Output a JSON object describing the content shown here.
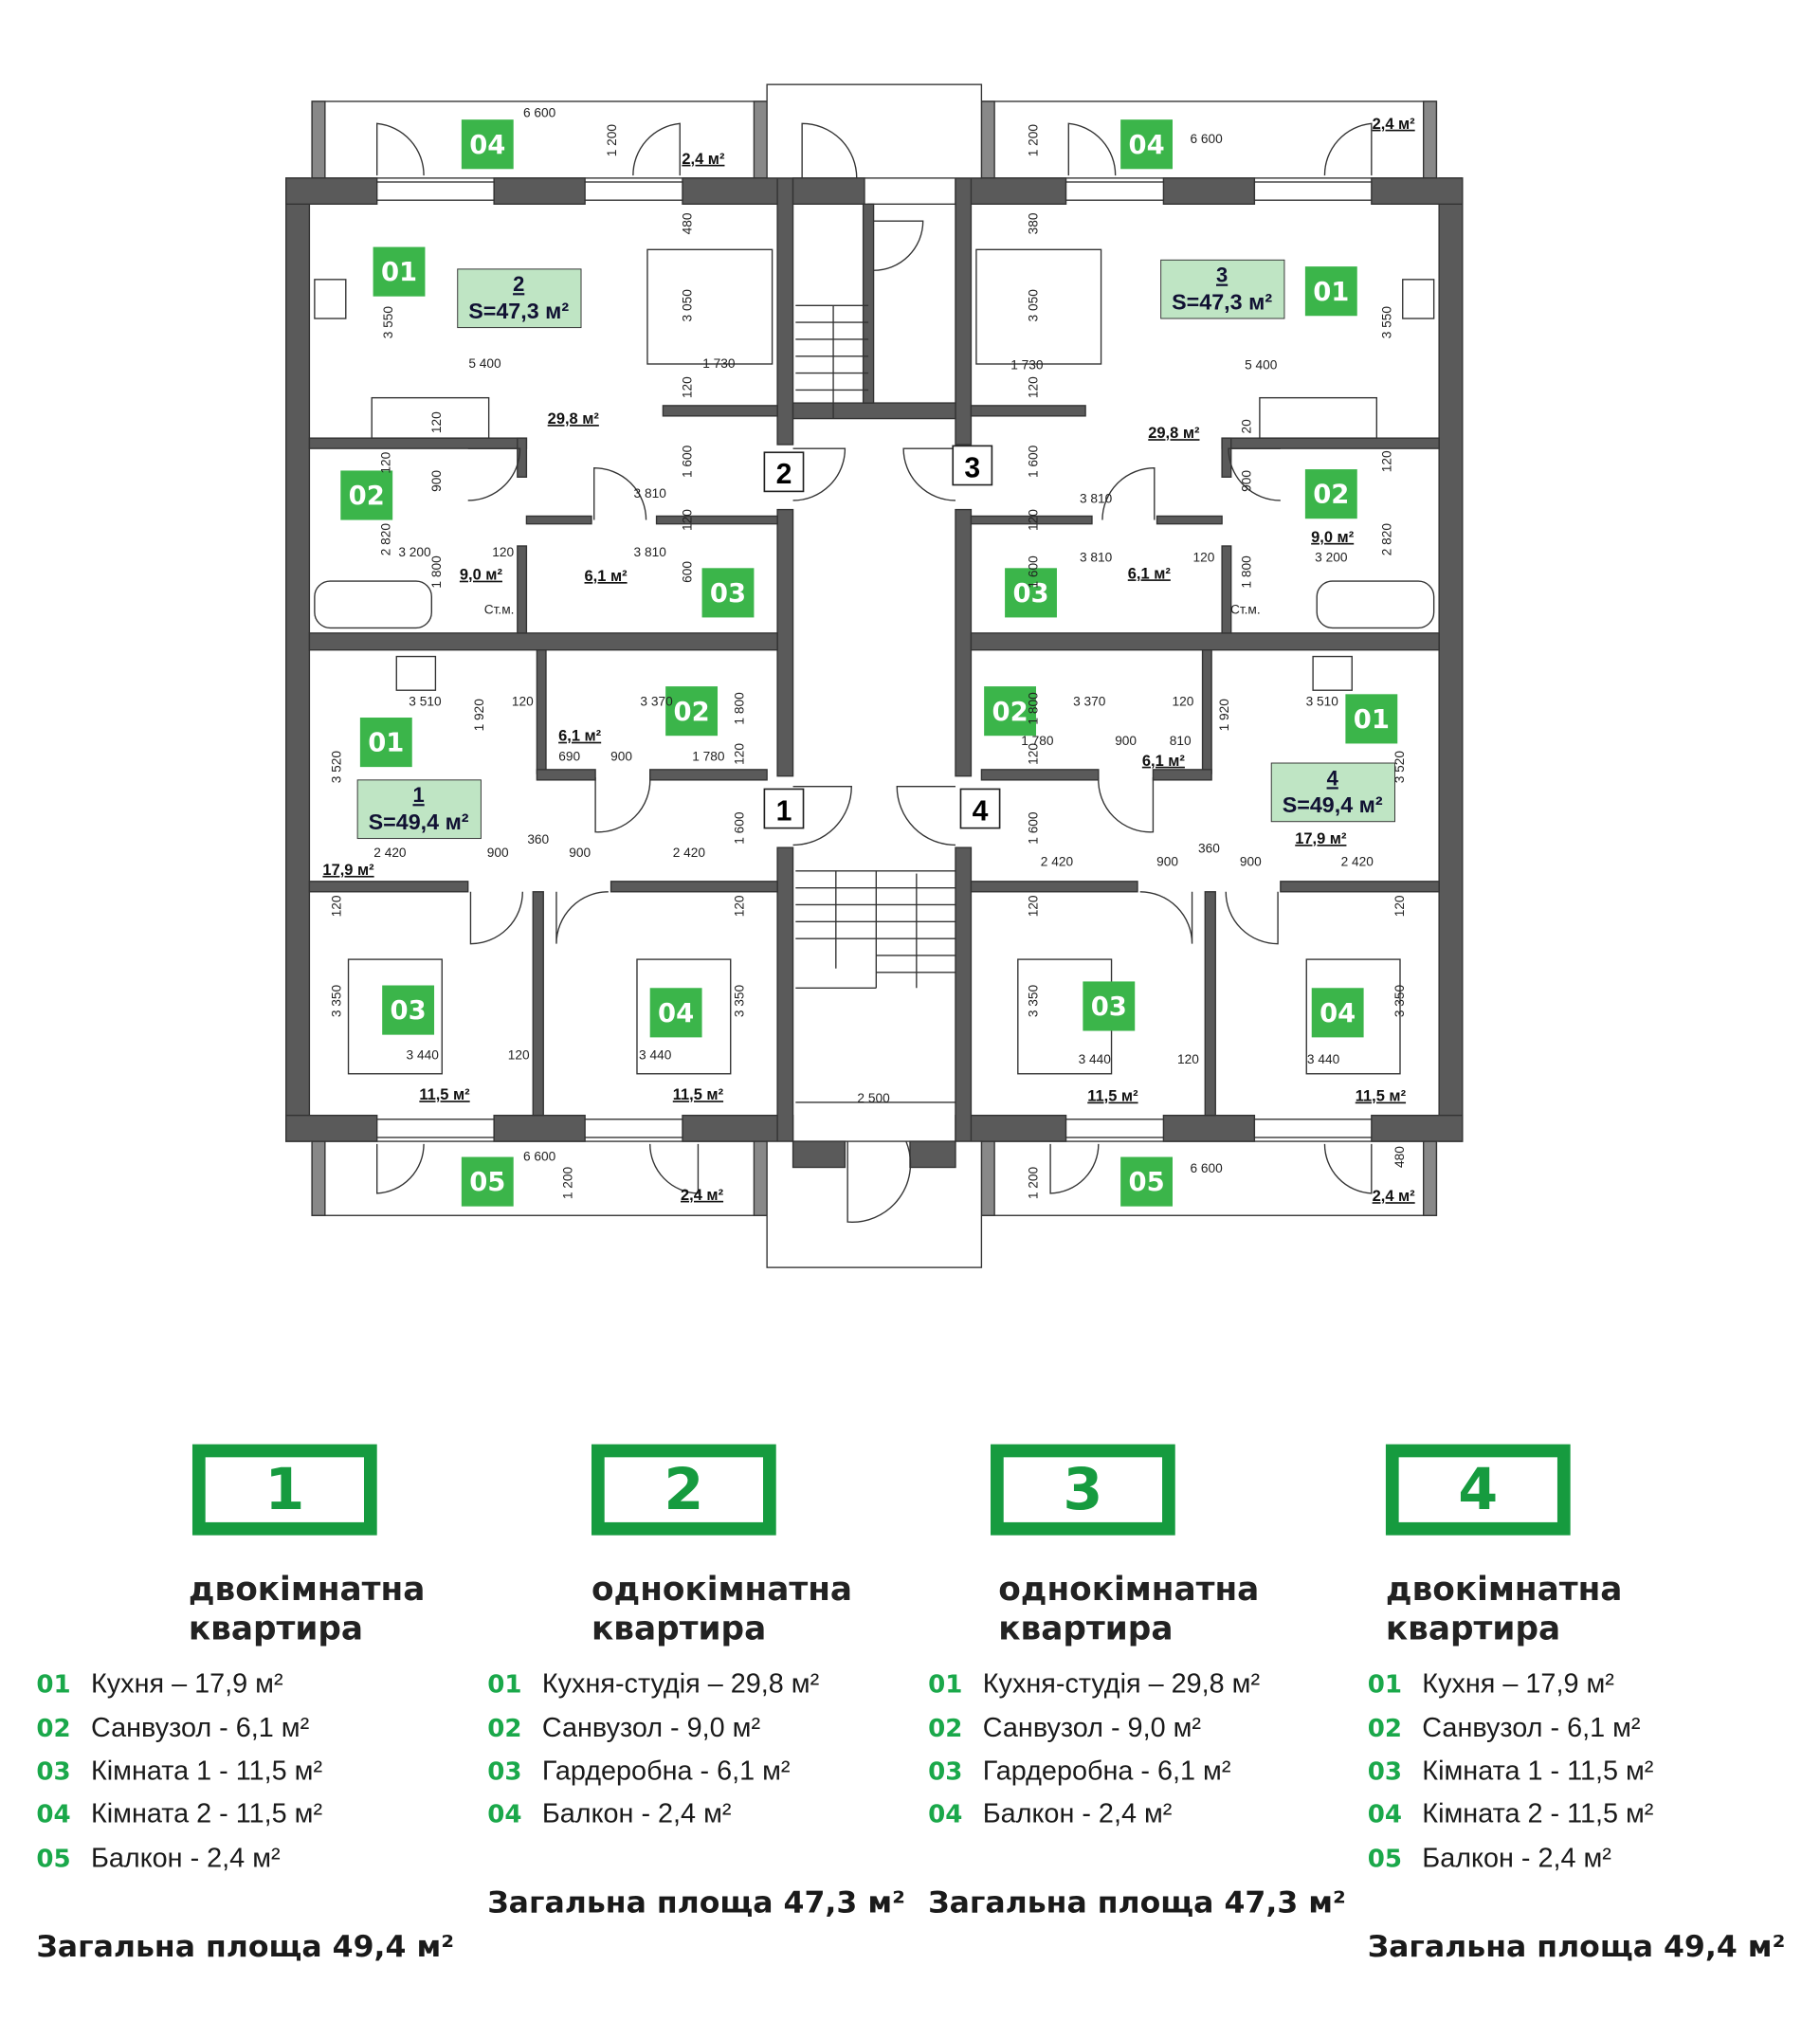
{
  "plan": {
    "apartment_areas": [
      {
        "number": "1",
        "area": "S=49,4 м²"
      },
      {
        "number": "2",
        "area": "S=47,3 м²"
      },
      {
        "number": "3",
        "area": "S=47,3 м²"
      },
      {
        "number": "4",
        "area": "S=49,4 м²"
      }
    ],
    "door_numbers": [
      "2",
      "3",
      "1",
      "4"
    ],
    "tags": [
      "04",
      "01",
      "02",
      "03",
      "04",
      "01",
      "02",
      "03",
      "01",
      "02",
      "03",
      "04",
      "05",
      "01",
      "02",
      "03",
      "04",
      "05"
    ],
    "dims": [
      "6 600",
      "1 200",
      "2,4 м²",
      "480",
      "3 550",
      "3 050",
      "5 400",
      "1 730",
      "120",
      "29,8 м²",
      "120",
      "1 600",
      "3 810",
      "120",
      "900",
      "2 820",
      "3 200",
      "120",
      "1 800",
      "9,0 м²",
      "3 810",
      "120",
      "6,1 м²",
      "600",
      "Ст.м.",
      "3 510",
      "120",
      "1 920",
      "3 370",
      "1 800",
      "6,1 м²",
      "690",
      "900",
      "1 780",
      "120",
      "3 520",
      "1 600",
      "360",
      "2 420",
      "900",
      "900",
      "2 420",
      "17,9 м²",
      "120",
      "120",
      "3 350",
      "3 350",
      "3 440",
      "120",
      "3 440",
      "11,5 м²",
      "11,5 м²",
      "2 500",
      "6 600",
      "1 200",
      "2,4 м²",
      "1 200",
      "6 600",
      "2,4 м²",
      "380",
      "3 050",
      "3 550",
      "1 730",
      "5 400",
      "120",
      "29,8 м²",
      "20",
      "1 600",
      "3 810",
      "900",
      "120",
      "9,0 м²",
      "3 200",
      "2 820",
      "3 810",
      "6,1 м²",
      "120",
      "1 800",
      "Ст.м.",
      "120",
      "1 600",
      "3 370",
      "120",
      "1 920",
      "3 510",
      "1 780",
      "900",
      "810",
      "6,1 м²",
      "1 800",
      "120",
      "3 520",
      "1 600",
      "17,9 м²",
      "360",
      "2 420",
      "900",
      "900",
      "2 420",
      "120",
      "120",
      "3 350",
      "3 350",
      "3 440",
      "120",
      "3 440",
      "11,5 м²",
      "11,5 м²",
      "1 200",
      "6 600",
      "480",
      "2,4 м²"
    ]
  },
  "legend": [
    {
      "number": "1",
      "type_line1": "двокімнатна",
      "type_line2": "квартира",
      "items": [
        {
          "code": "01",
          "text": "Кухня – 17,9 м²"
        },
        {
          "code": "02",
          "text": "Санвузол - 6,1 м²"
        },
        {
          "code": "03",
          "text": "Кімната 1 - 11,5 м²"
        },
        {
          "code": "04",
          "text": "Кімната 2 - 11,5 м²"
        },
        {
          "code": "05",
          "text": "Балкон - 2,4 м²"
        }
      ],
      "total": "Загальна площа 49,4 м²"
    },
    {
      "number": "2",
      "type_line1": "однокімнатна",
      "type_line2": "квартира",
      "items": [
        {
          "code": "01",
          "text": "Кухня-студія – 29,8 м²"
        },
        {
          "code": "02",
          "text": "Санвузол - 9,0 м²"
        },
        {
          "code": "03",
          "text": "Гардеробна - 6,1 м²"
        },
        {
          "code": "04",
          "text": "Балкон - 2,4 м²"
        }
      ],
      "total": "Загальна площа 47,3 м²"
    },
    {
      "number": "3",
      "type_line1": "однокімнатна",
      "type_line2": "квартира",
      "items": [
        {
          "code": "01",
          "text": "Кухня-студія – 29,8 м²"
        },
        {
          "code": "02",
          "text": "Санвузол - 9,0 м²"
        },
        {
          "code": "03",
          "text": "Гардеробна - 6,1 м²"
        },
        {
          "code": "04",
          "text": "Балкон - 2,4 м²"
        }
      ],
      "total": "Загальна площа 47,3 м²"
    },
    {
      "number": "4",
      "type_line1": "двокімнатна",
      "type_line2": "квартира",
      "items": [
        {
          "code": "01",
          "text": "Кухня – 17,9 м²"
        },
        {
          "code": "02",
          "text": "Санвузол - 6,1 м²"
        },
        {
          "code": "03",
          "text": "Кімната 1 - 11,5 м²"
        },
        {
          "code": "04",
          "text": "Кімната 2 - 11,5 м²"
        },
        {
          "code": "05",
          "text": "Балкон - 2,4 м²"
        }
      ],
      "total": "Загальна площа 49,4 м²"
    }
  ],
  "colors": {
    "accent": "#169b3f",
    "tag": "#3bb54a",
    "area_box": "#bfe5c4",
    "wall": "#5a5a5a"
  }
}
